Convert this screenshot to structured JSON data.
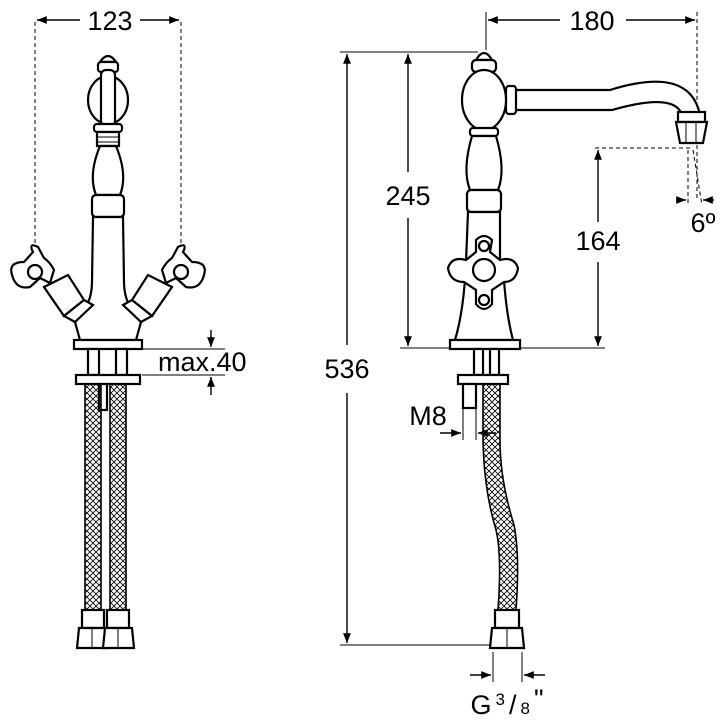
{
  "dimensions": {
    "front_width": "123",
    "deck_thickness": "max.40",
    "side_reach": "180",
    "side_height": "245",
    "spout_height": "164",
    "spout_angle": "6º",
    "total_height": "536",
    "stud_thread": "M8",
    "connection_main": "G",
    "connection_num": "3",
    "connection_den": "8",
    "connection_unit": "\""
  }
}
